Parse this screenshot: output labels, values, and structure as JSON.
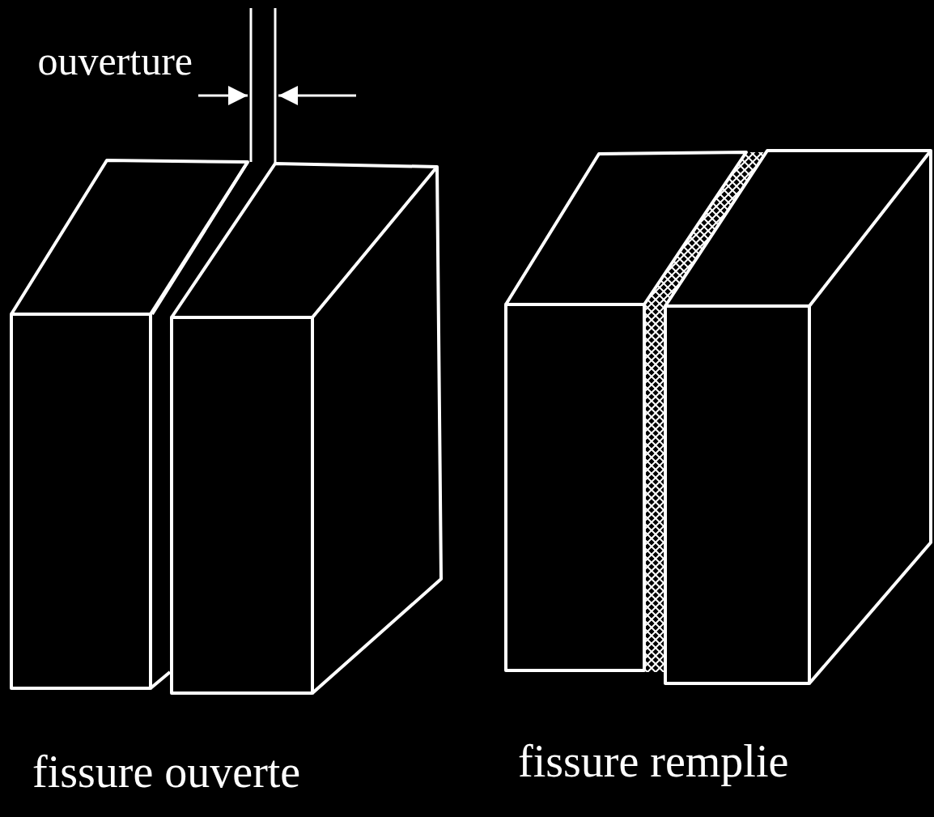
{
  "diagram": {
    "labels": [
      "ouverture",
      "fissure ouverte",
      "fissure remplie"
    ]
  }
}
